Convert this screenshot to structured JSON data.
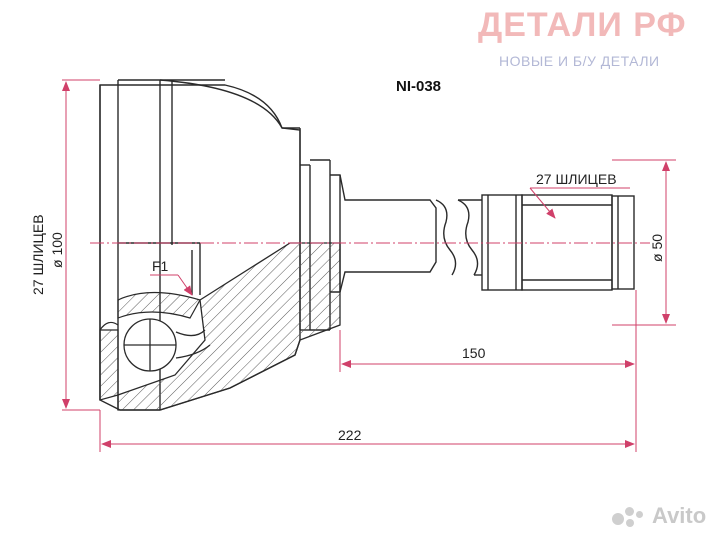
{
  "part_number": "NI-038",
  "watermark": {
    "title": "ДЕТАЛИ РФ",
    "subtitle": "НОВЫЕ И Б/У ДЕТАЛИ",
    "avito": "Avito"
  },
  "labels": {
    "outer_splines": "27 ШЛИЦЕВ",
    "outer_diameter": "ø 100",
    "shaft_splines": "27 ШЛИЦЕВ",
    "shaft_diameter": "ø 50",
    "f1": "F1",
    "shaft_length": "150",
    "total_length": "222"
  },
  "colors": {
    "line": "#2a2a2a",
    "dimension": "#d0406a",
    "hatch": "#555555",
    "watermark_title": "#f2b9b9",
    "watermark_sub": "#b3b8d6"
  }
}
